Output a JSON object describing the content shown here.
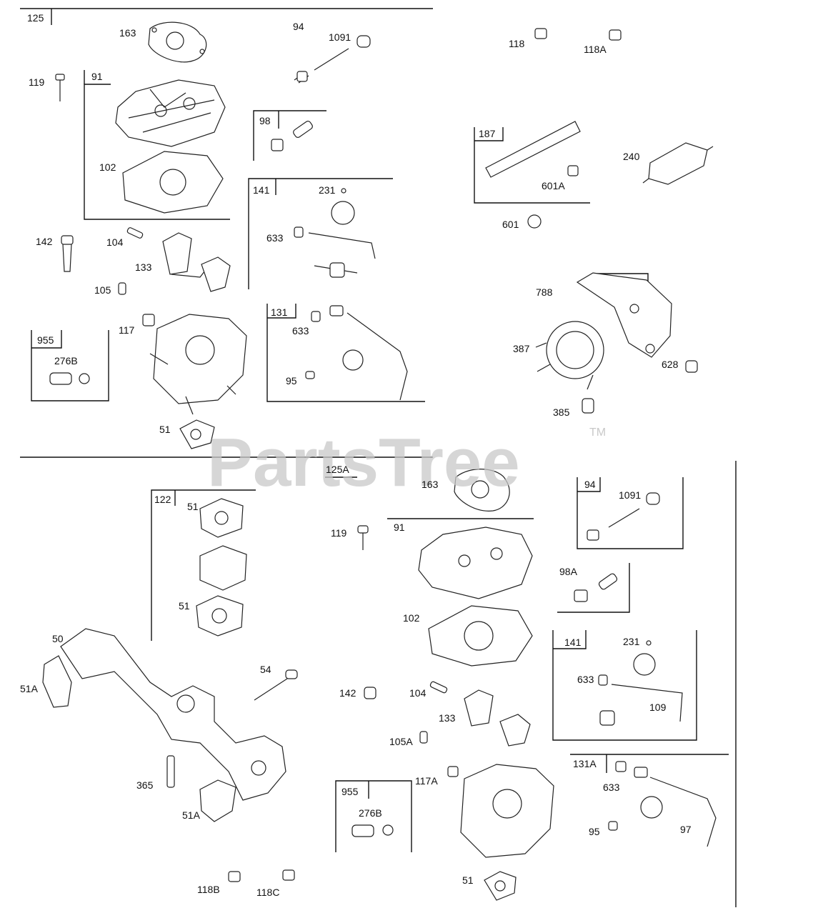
{
  "watermark": {
    "text": "PartsTree",
    "trademark": "TM"
  },
  "labels": {
    "l125": "125",
    "l163": "163",
    "l94": "94",
    "l1091": "1091",
    "l118": "118",
    "l118a": "118A",
    "l119": "119",
    "l91": "91",
    "l98": "98",
    "l187": "187",
    "l240": "240",
    "l601a": "601A",
    "l102": "102",
    "l141": "141",
    "l231": "231",
    "l633": "633",
    "l601": "601",
    "l142": "142",
    "l104": "104",
    "l133": "133",
    "l105": "105",
    "l788": "788",
    "l131": "131",
    "l633b": "633",
    "l955": "955",
    "l117": "117",
    "l387": "387",
    "l276b": "276B",
    "l95": "95",
    "l628": "628",
    "l385": "385",
    "l51": "51",
    "b125a": "125A",
    "b163": "163",
    "b94": "94",
    "b1091": "1091",
    "b122": "122",
    "b51a": "51",
    "b119": "119",
    "b91": "91",
    "b98a": "98A",
    "b51b": "51",
    "b102": "102",
    "b50": "50",
    "b141": "141",
    "b231": "231",
    "b54": "54",
    "b633": "633",
    "b51a1": "51A",
    "b142": "142",
    "b104": "104",
    "b109": "109",
    "b133": "133",
    "b105a": "105A",
    "b131a": "131A",
    "b365": "365",
    "b955": "955",
    "b117a": "117A",
    "b633b": "633",
    "b276b": "276B",
    "b95": "95",
    "b97": "97",
    "b51a2": "51A",
    "b51c": "51",
    "b118b": "118B",
    "b118c": "118C"
  }
}
